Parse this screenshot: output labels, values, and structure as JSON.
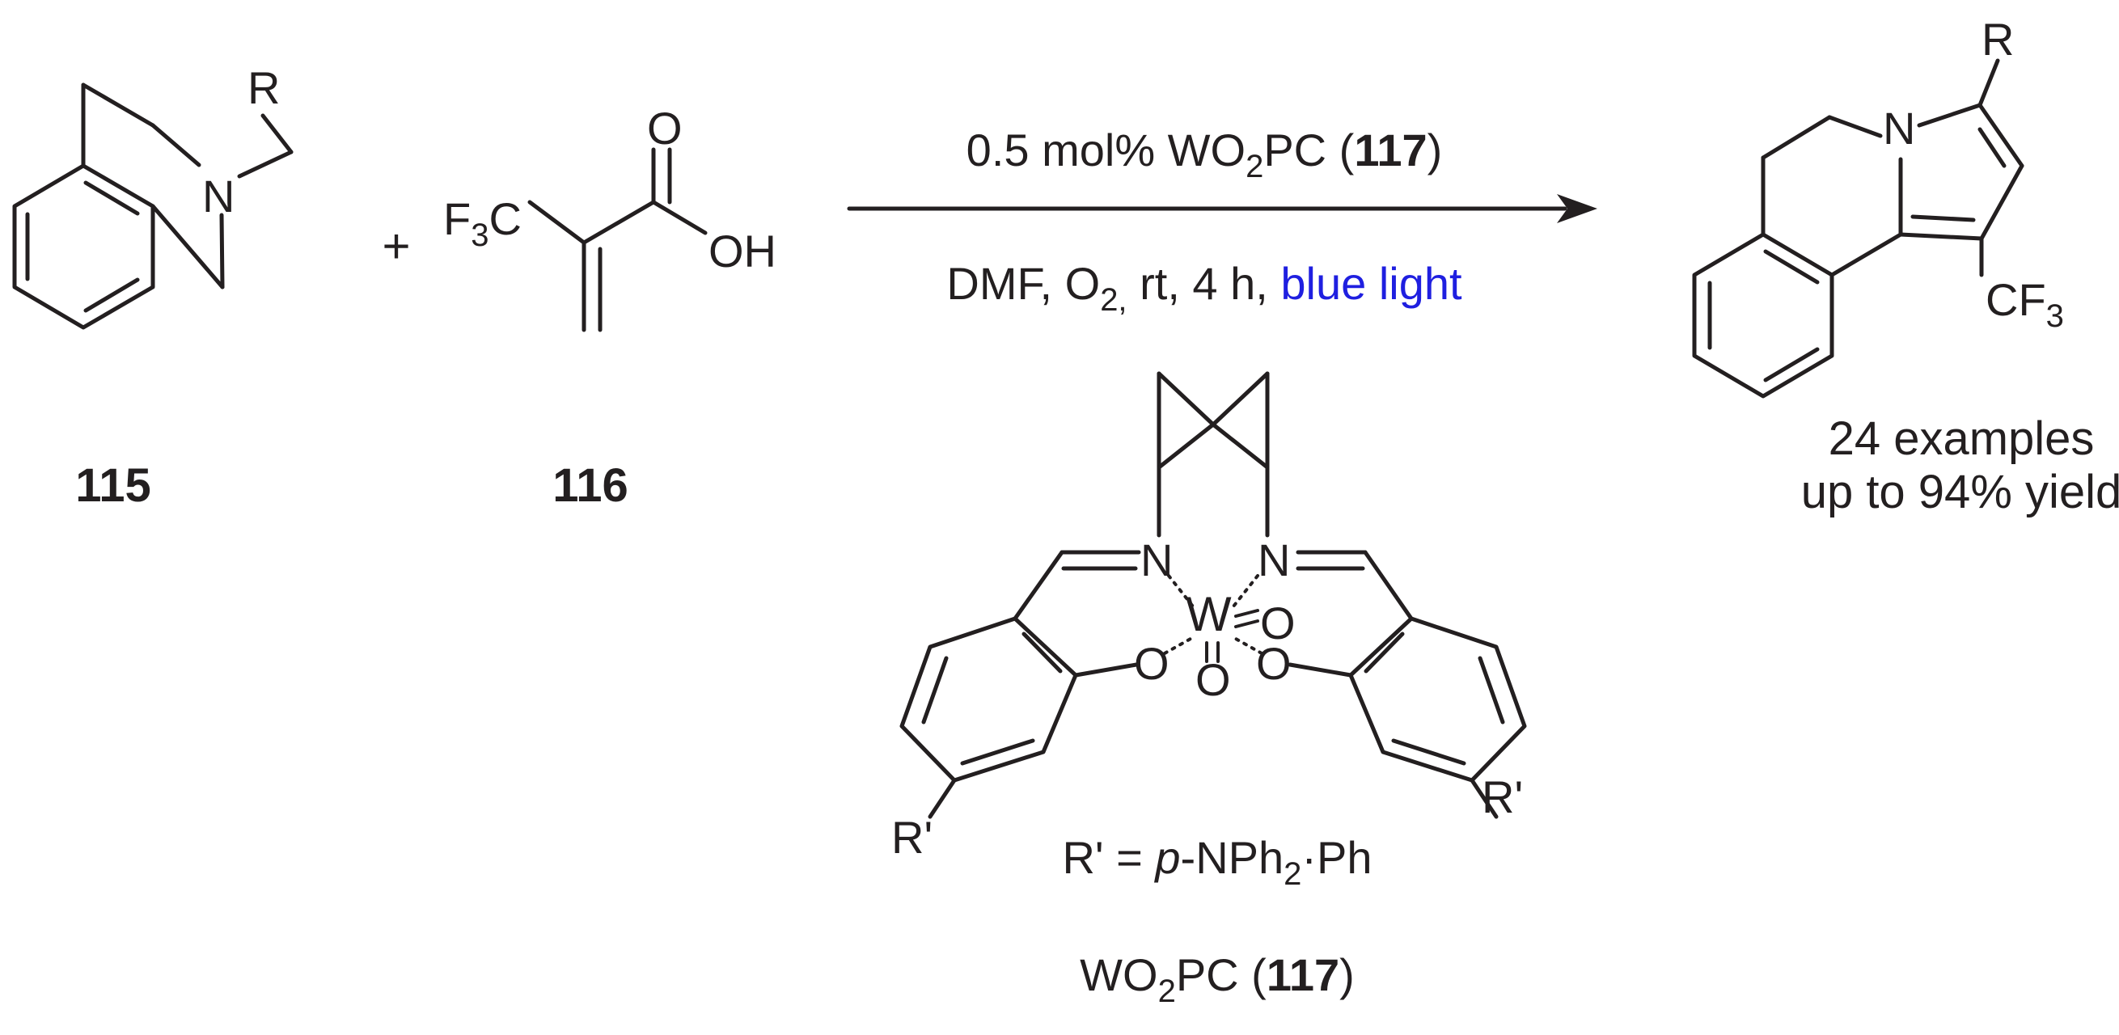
{
  "reactant_115": {
    "substituent": "R",
    "atom_n": "N",
    "label": "115"
  },
  "plus_sign": "+",
  "reactant_116": {
    "cf3_f": "F",
    "cf3_sub": "3",
    "cf3_c": "C",
    "carbonyl_o": "O",
    "hydroxyl": "OH",
    "label": "116"
  },
  "conditions": {
    "catalyst_amount": "0.5 mol% WO",
    "catalyst_sub": "2",
    "catalyst_suffix": "PC (",
    "catalyst_number": "117",
    "catalyst_close": ")",
    "solvent": "DMF, O",
    "oxygen_sub": "2,",
    "rest": " rt, 4 h, ",
    "light": "blue light"
  },
  "product": {
    "substituent": "R",
    "atom_n": "N",
    "cf3_c": "CF",
    "cf3_sub": "3",
    "summary_line1": "24 examples",
    "summary_line2": "up to 94% yield"
  },
  "catalyst_117": {
    "n_left": "N",
    "n_right": "N",
    "metal": "W",
    "oxo_right": "O",
    "oxo_bottom": "O",
    "o_left": "O",
    "o_right": "O",
    "r_left": "R'",
    "r_right": "R'",
    "definition_prefix": "R' = ",
    "definition_para": "p",
    "definition_body": "-NPh",
    "definition_sub": "2",
    "definition_suffix": "·Ph",
    "name_prefix": "WO",
    "name_sub": "2",
    "name_suffix": "PC (",
    "name_number": "117",
    "name_close": ")"
  },
  "colors": {
    "ink": "#231f20",
    "light_highlight": "#1f1fe0"
  }
}
